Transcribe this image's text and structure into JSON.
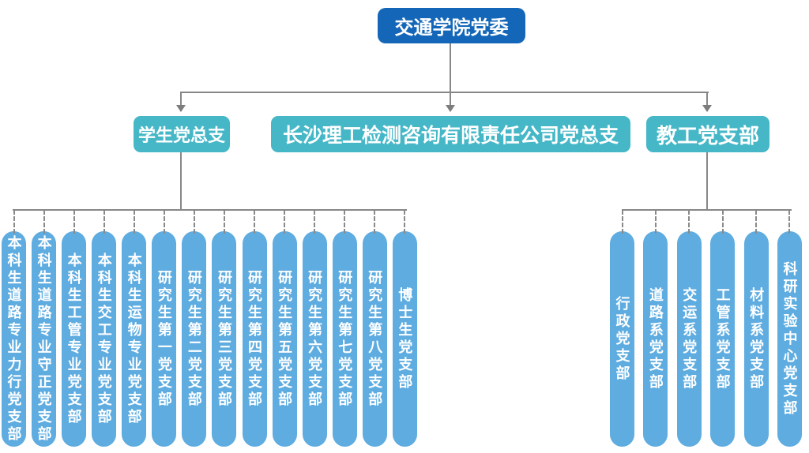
{
  "root": {
    "label": "交通学院党委"
  },
  "branches": [
    {
      "label": "学生党总支",
      "children": [
        "本科生道路专业力行党支部",
        "本科生道路专业守正党支部",
        "本科生工管专业党支部",
        "本科生交工专业党支部",
        "本科生运物专业党支部",
        "研究生第一党支部",
        "研究生第二党支部",
        "研究生第三党支部",
        "研究生第四党支部",
        "研究生第五党支部",
        "研究生第六党支部",
        "研究生第七党支部",
        "研究生第八党支部",
        "博士生党支部"
      ]
    },
    {
      "label": "长沙理工检测咨询有限责任公司党总支",
      "children": []
    },
    {
      "label": "教工党支部",
      "children": [
        "行政党支部",
        "道路系党支部",
        "交运系党支部",
        "工管系党支部",
        "材料系党支部",
        "科研实验中心党支部"
      ]
    }
  ],
  "colors": {
    "root_bg": "#1467b8",
    "branch_bg": "#45b7c7",
    "pill_bg": "#5eace0",
    "connector": "#878787"
  }
}
